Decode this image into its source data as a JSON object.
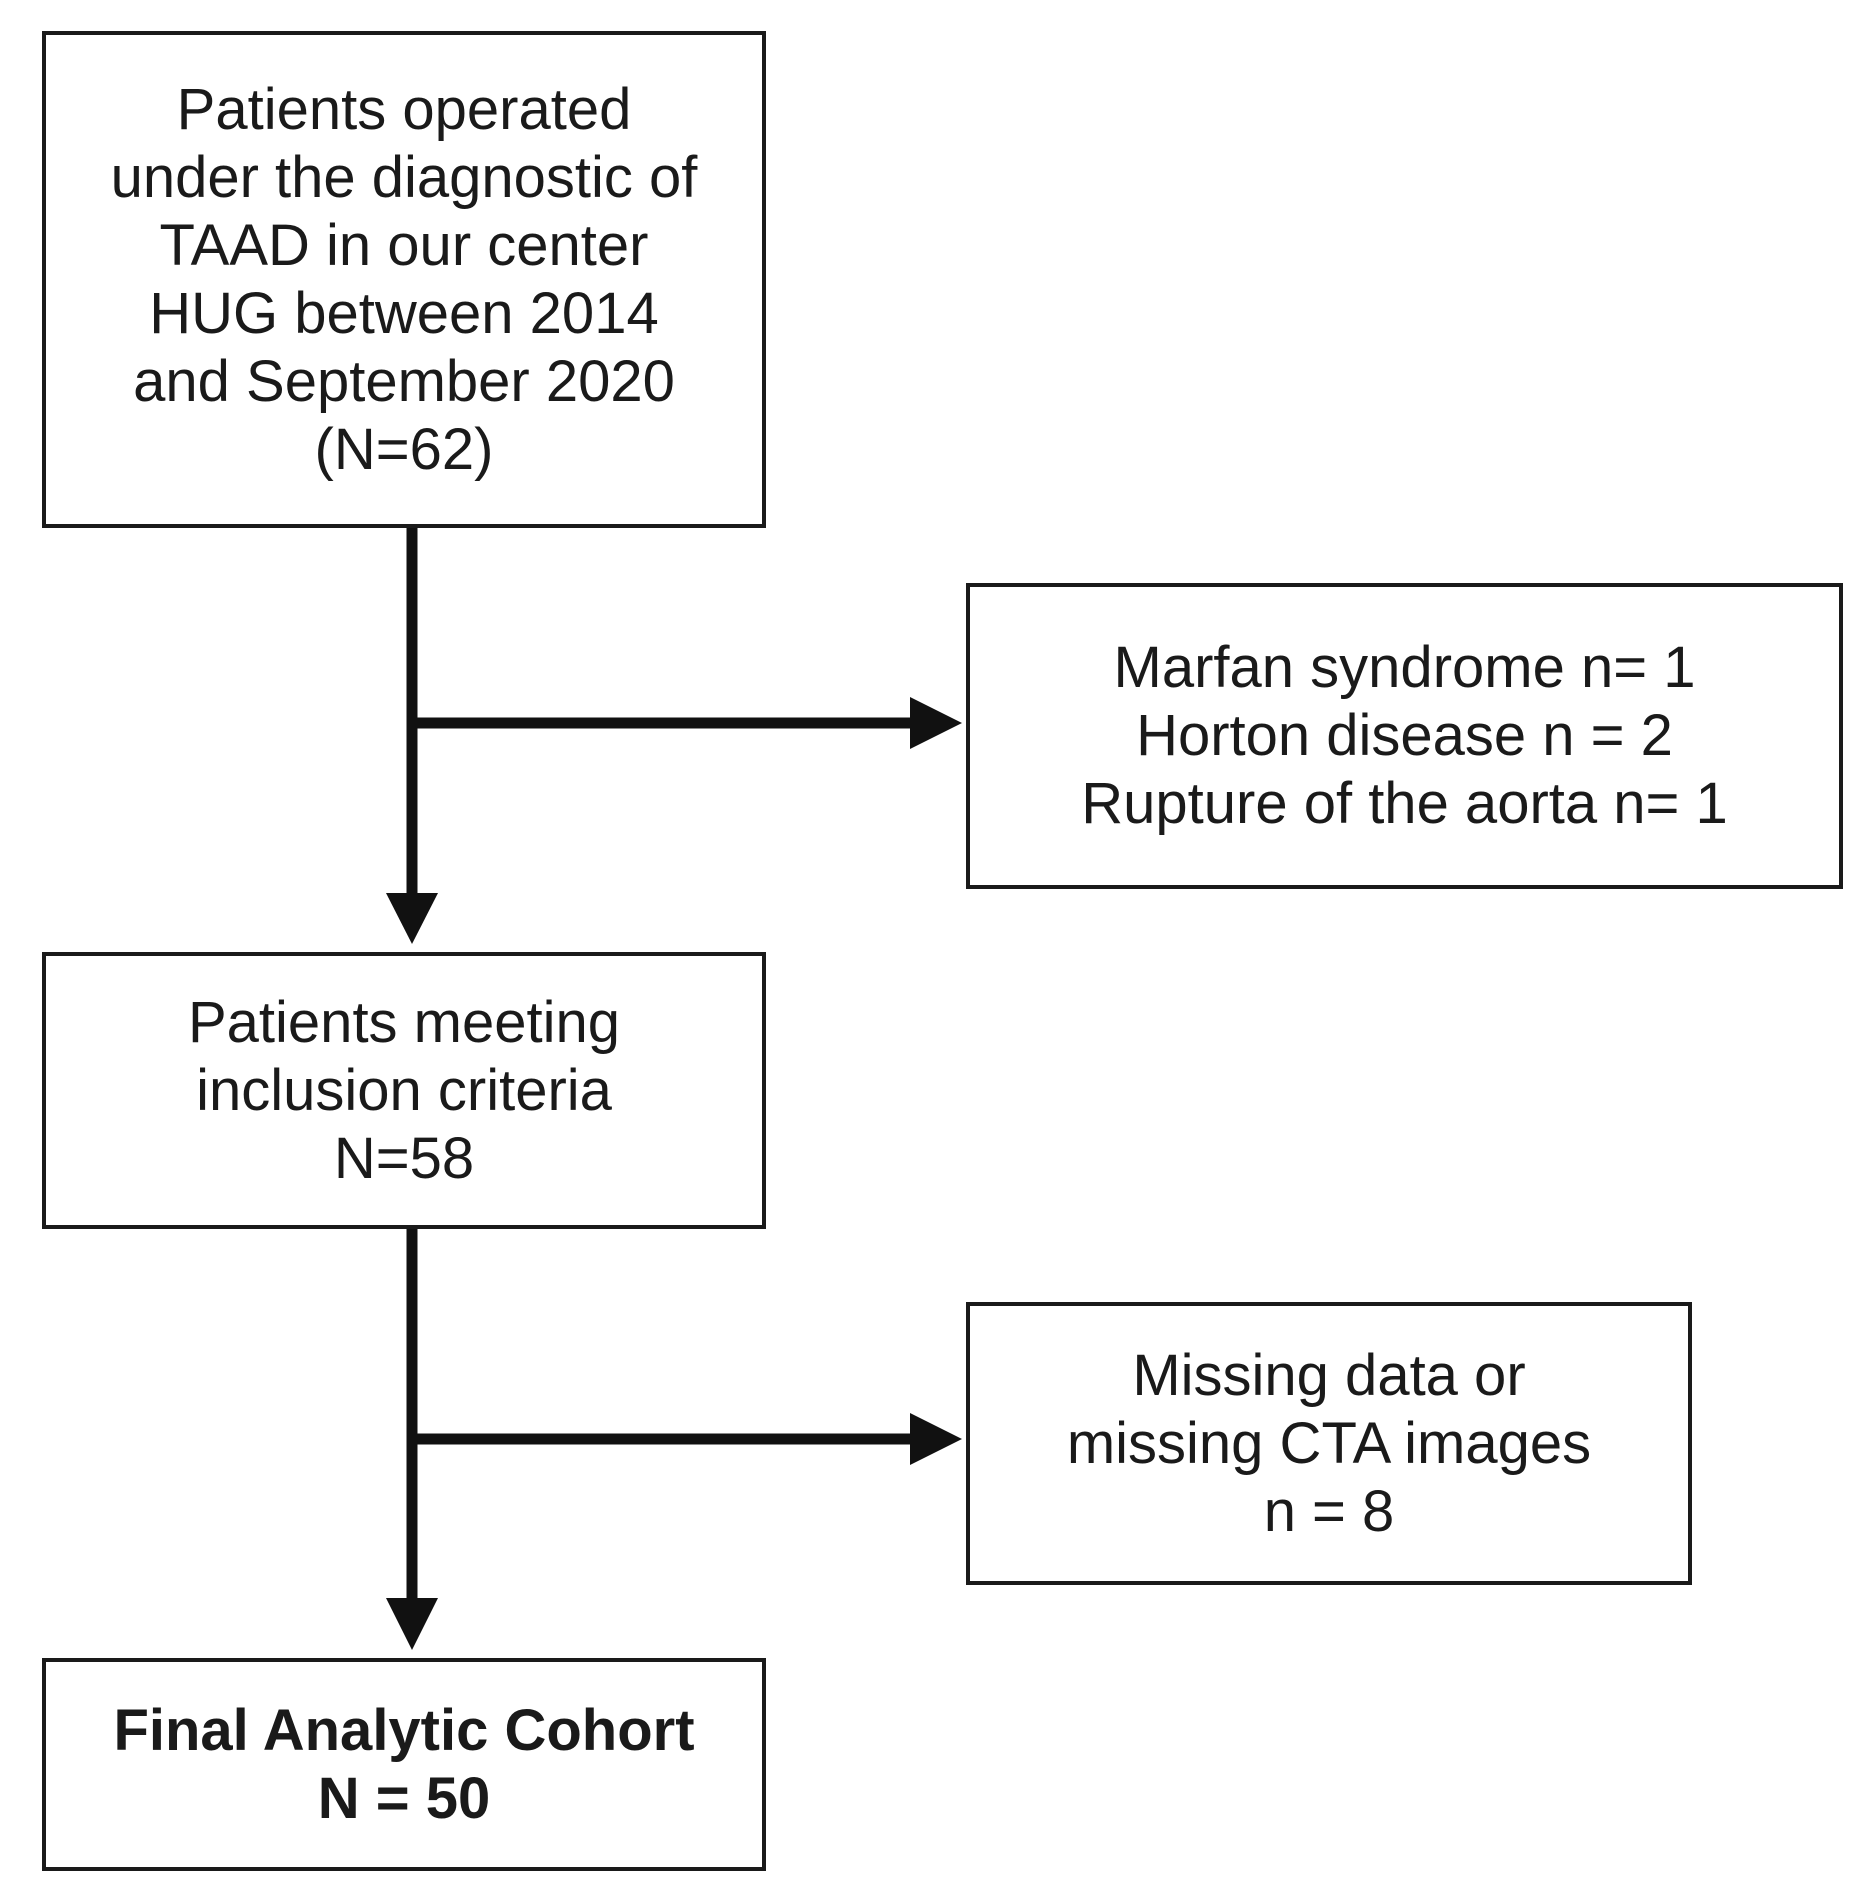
{
  "boxes": {
    "start": {
      "lines": [
        "Patients operated",
        "under the diagnostic of",
        "TAAD in our center",
        "HUG between 2014",
        "and September 2020",
        "(N=62)"
      ]
    },
    "exclusion_1": {
      "lines": [
        "Marfan syndrome n= 1",
        "Horton disease n = 2",
        "Rupture of the aorta n= 1"
      ]
    },
    "inclusion": {
      "lines": [
        "Patients meeting",
        "inclusion criteria",
        "N=58"
      ]
    },
    "exclusion_2": {
      "lines": [
        "Missing data or",
        "missing CTA images",
        "n = 8"
      ]
    },
    "final": {
      "lines": [
        "Final Analytic Cohort",
        "N = 50"
      ]
    }
  },
  "colors": {
    "line": "#111111",
    "border": "#1a1a1a",
    "background": "#ffffff"
  }
}
